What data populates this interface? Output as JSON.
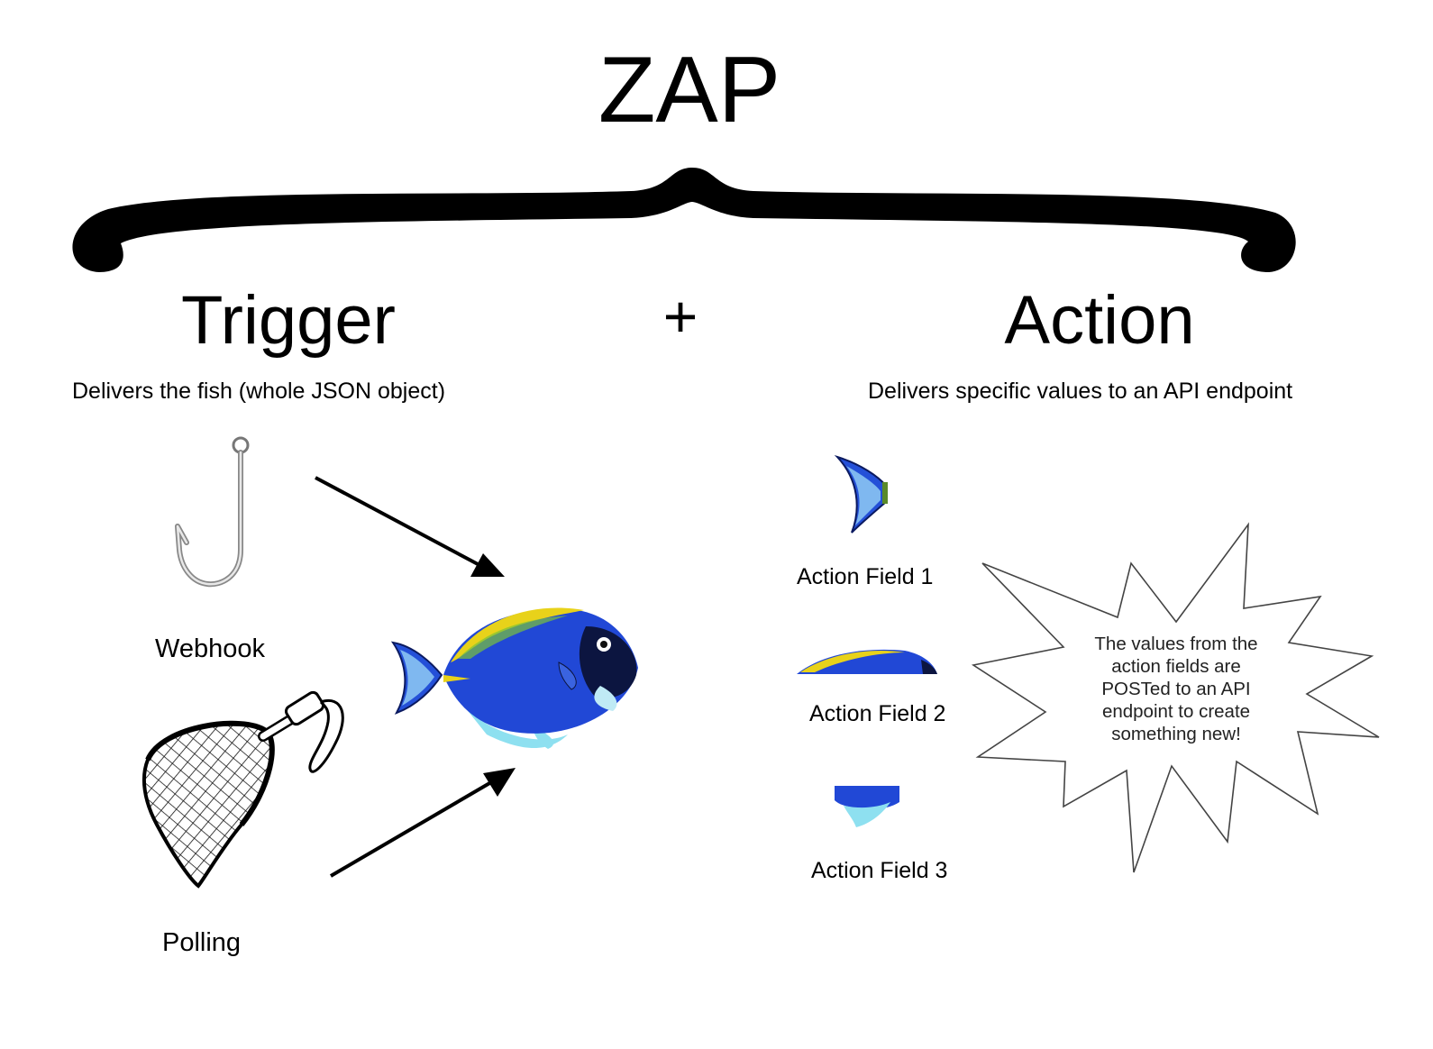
{
  "title": "ZAP",
  "trigger": {
    "title": "Trigger",
    "description": "Delivers the fish (whole JSON object)",
    "methods": [
      {
        "label": "Webhook",
        "icon": "fish-hook-icon"
      },
      {
        "label": "Polling",
        "icon": "landing-net-icon"
      }
    ]
  },
  "plus": "+",
  "action": {
    "title": "Action",
    "description": "Delivers specific values to an API endpoint",
    "fields": [
      {
        "label": "Action Field 1",
        "icon": "fish-tail-icon"
      },
      {
        "label": "Action Field 2",
        "icon": "fish-back-icon"
      },
      {
        "label": "Action Field 3",
        "icon": "fish-belly-icon"
      }
    ],
    "note": "The values from the action fields are POSTed to an API endpoint to create something new!"
  },
  "colors": {
    "fish_body": "#2148d6",
    "fish_stripe": "#e8d21a",
    "fish_belly": "#8ee0f0",
    "fish_face": "#0c1540",
    "ink": "#000000"
  }
}
